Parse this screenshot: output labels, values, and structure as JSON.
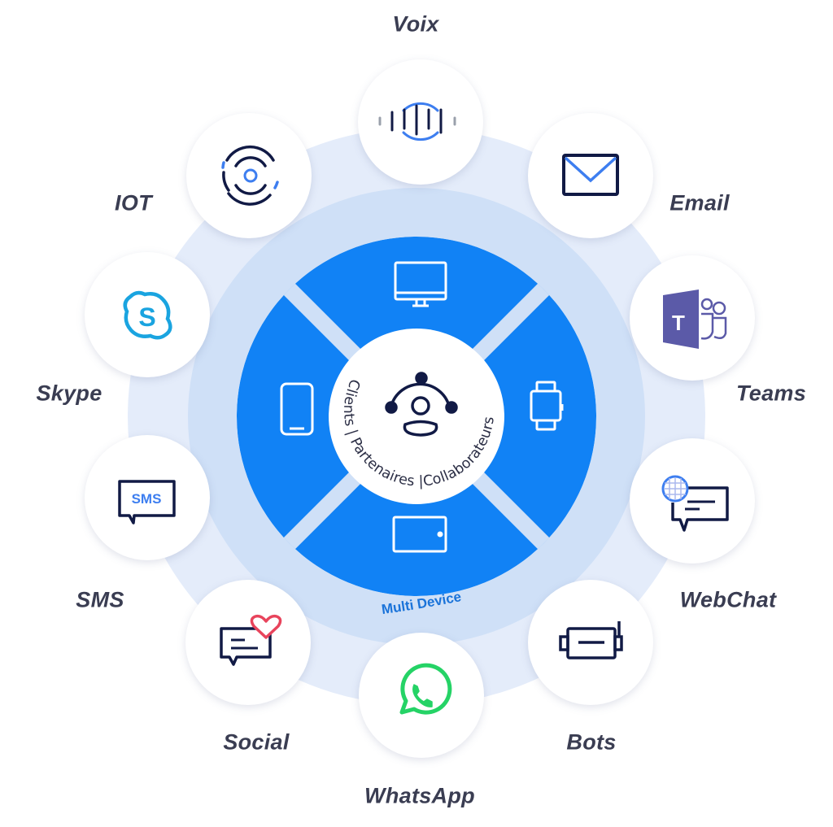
{
  "diagram": {
    "title": "Omnichannel communication wheel",
    "center": {
      "icon": "people-network-icon",
      "caption": "Clients | Partenaires |Collaborateurs"
    },
    "device_ring": {
      "label": "Multi Device",
      "devices": [
        {
          "name": "desktop-monitor",
          "icon": "monitor-icon",
          "position": "top"
        },
        {
          "name": "smartwatch",
          "icon": "smartwatch-icon",
          "position": "right"
        },
        {
          "name": "tablet",
          "icon": "tablet-icon",
          "position": "bottom"
        },
        {
          "name": "smartphone",
          "icon": "smartphone-icon",
          "position": "left"
        }
      ]
    },
    "channels": [
      {
        "label": "Voix",
        "icon": "voice-waveform-icon"
      },
      {
        "label": "Email",
        "icon": "envelope-icon"
      },
      {
        "label": "Teams",
        "icon": "microsoft-teams-icon"
      },
      {
        "label": "WebChat",
        "icon": "webchat-globe-icon"
      },
      {
        "label": "Bots",
        "icon": "bot-device-icon"
      },
      {
        "label": "WhatsApp",
        "icon": "whatsapp-icon"
      },
      {
        "label": "Social",
        "icon": "social-heart-chat-icon"
      },
      {
        "label": "SMS",
        "icon": "sms-bubble-icon"
      },
      {
        "label": "Skype",
        "icon": "skype-icon"
      },
      {
        "label": "IOT",
        "icon": "iot-signal-icon"
      }
    ],
    "sms_icon_text": "SMS",
    "colors": {
      "outer_ring": "#e4ecfa",
      "middle_ring": "#cfe0f7",
      "device_blue": "#1182f5",
      "navy": "#111a45",
      "accent_blue": "#3d7ef0",
      "teams_purple": "#5b5aa8",
      "skype_blue": "#1aa4e0",
      "whatsapp_green": "#25d366",
      "heart_red": "#e8445c",
      "label_text": "#3a3d52"
    }
  }
}
